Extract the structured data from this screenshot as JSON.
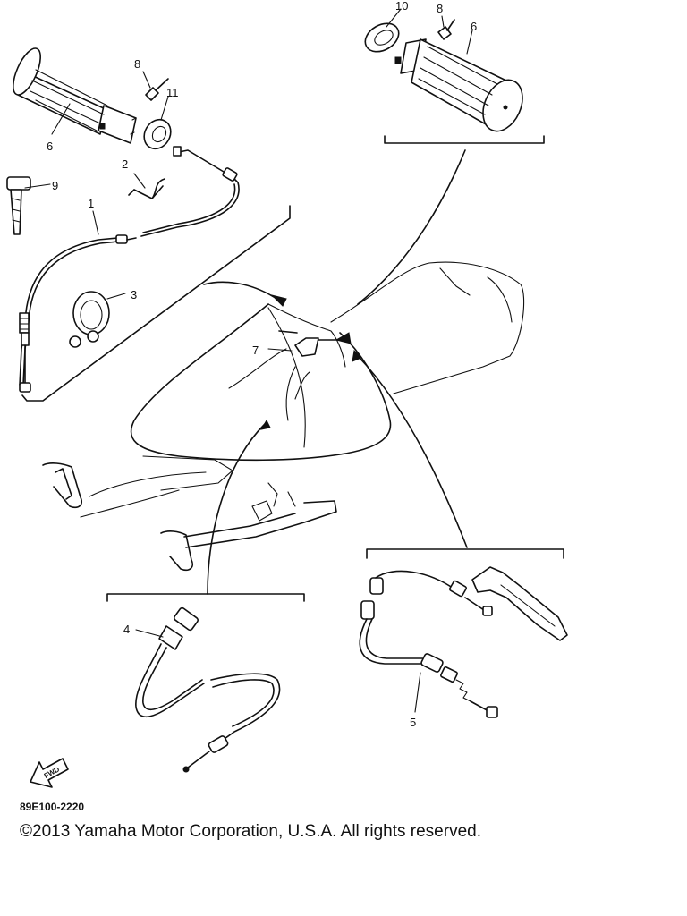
{
  "diagram": {
    "callouts": {
      "c1": "1",
      "c2": "2",
      "c3": "3",
      "c4": "4",
      "c5": "5",
      "c6a": "6",
      "c6b": "6",
      "c7": "7",
      "c8a": "8",
      "c8b": "8",
      "c9": "9",
      "c10": "10",
      "c11": "11"
    },
    "fwd_label": "FWD"
  },
  "footer": {
    "diagram_code": "89E100-2220",
    "copyright": "©2013 Yamaha Motor Corporation, U.S.A. All rights reserved."
  }
}
